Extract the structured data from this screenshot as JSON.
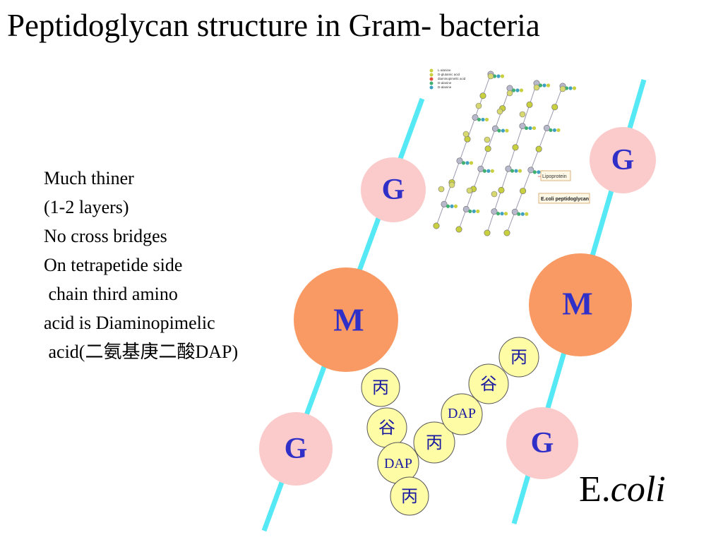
{
  "title": "Peptidoglycan structure in Gram- bacteria",
  "notes": [
    "Much thiner",
    "(1-2 layers)",
    "No cross bridges",
    "On tetrapetide side",
    " chain third amino",
    "acid is Diaminopimelic",
    " acid(二氨基庚二酸DAP)"
  ],
  "sugars": {
    "g": "G",
    "m": "M"
  },
  "peptides": {
    "ala": "丙",
    "glu": "谷",
    "dap": "DAP"
  },
  "species": {
    "genus_abbrev": "E.",
    "epithet": "coli"
  },
  "inset": {
    "legend": [
      "L-alanine",
      "D-glutamic acid",
      "diaminopimelic acid",
      "D-alanine",
      "D-alanine"
    ],
    "lipoprotein_label": "Lipoprotein",
    "caption": "E.coli peptidoglycan"
  },
  "colors": {
    "chain_line": "#55e8f5",
    "g_circle": "#fbcaca",
    "m_circle": "#f99a64",
    "peptide_circle": "#fffca6",
    "sugar_text": "#3030c8",
    "peptide_text": "#1a1aa0"
  }
}
